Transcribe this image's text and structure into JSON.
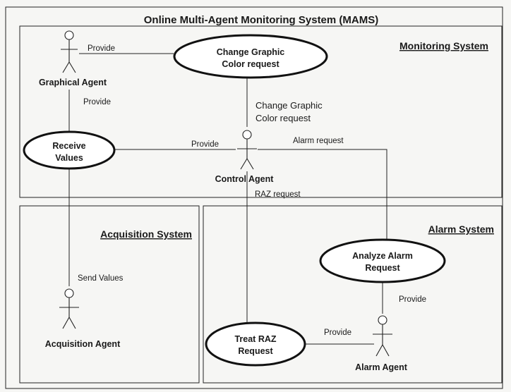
{
  "title": "Online Multi-Agent Monitoring System (MAMS)",
  "systems": {
    "monitoring": "Monitoring System",
    "acquisition": "Acquisition System",
    "alarm": "Alarm System"
  },
  "use_cases": {
    "change_color": [
      "Change Graphic",
      "Color request"
    ],
    "receive_values": [
      "Receive",
      "Values"
    ],
    "analyze_alarm": [
      "Analyze Alarm",
      "Request"
    ],
    "treat_raz": [
      "Treat RAZ",
      "Request"
    ]
  },
  "actors": {
    "graphical": "Graphical Agent",
    "control": "Control Agent",
    "acquisition": "Acquisition Agent",
    "alarm": "Alarm Agent"
  },
  "associations": {
    "provide_graphical_change": "Provide",
    "provide_graphical_receive": "Provide",
    "change_color_request": [
      "Change Graphic",
      "Color request"
    ],
    "provide_receive_control": "Provide",
    "alarm_request": "Alarm request",
    "raz_request": "RAZ request",
    "send_values": "Send Values",
    "provide_analyze_alarm": "Provide",
    "provide_treat_alarm": "Provide"
  }
}
